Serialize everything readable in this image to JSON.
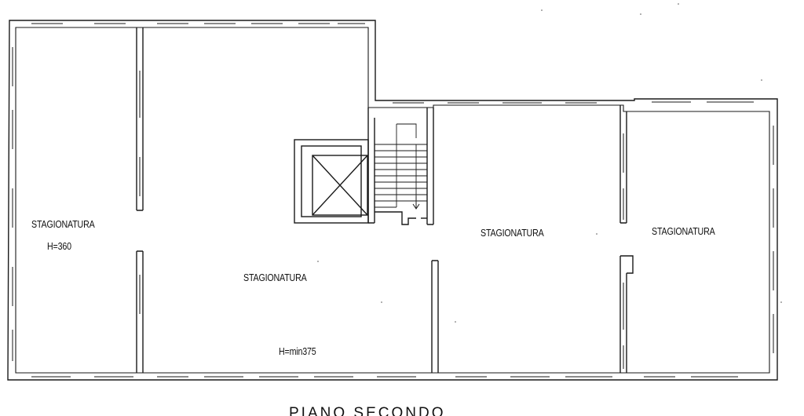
{
  "rooms": [
    {
      "label": "STAGIONATURA",
      "height": "H=360"
    },
    {
      "label": "STAGIONATURA",
      "height": "H=min375"
    },
    {
      "label": "STAGIONATURA"
    },
    {
      "label": "STAGIONATURA"
    }
  ],
  "plan_title": "PIANO SECONDO",
  "colors": {
    "line": "#1a1a1a",
    "paper": "#ffffff"
  }
}
